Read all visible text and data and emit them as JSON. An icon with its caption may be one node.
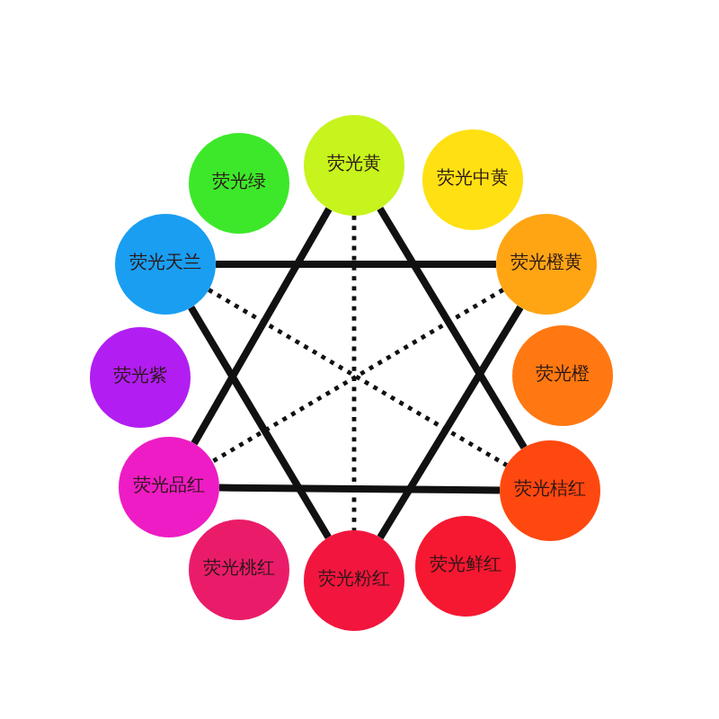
{
  "diagram": {
    "nodes": [
      {
        "text": [
          "荧光黄"
        ]
      },
      {
        "text": [
          "荧光中黄"
        ]
      },
      {
        "text": [
          "荧光橙黄"
        ]
      },
      {
        "text": [
          "荧光橙"
        ]
      },
      {
        "text": [
          "荧光桔红"
        ]
      },
      {
        "text": [
          "荧光鲜红"
        ]
      },
      {
        "text": [
          "荧光粉红"
        ]
      },
      {
        "text": [
          "荧光桃红"
        ]
      },
      {
        "text": [
          "荧光品红"
        ]
      },
      {
        "text": [
          "荧光紫"
        ]
      },
      {
        "text": [
          "荧光天兰"
        ]
      },
      {
        "text": [
          "荧光绿"
        ]
      }
    ],
    "edges": [
      {
        "from": 0,
        "to": 4,
        "arrow": "none"
      },
      {
        "from": 4,
        "to": 8,
        "arrow": "none"
      },
      {
        "from": 8,
        "to": 0,
        "arrow": "none"
      },
      {
        "from": 10,
        "to": 2,
        "arrow": "none"
      },
      {
        "from": 2,
        "to": 6,
        "arrow": "none"
      },
      {
        "from": 6,
        "to": 10,
        "arrow": "none"
      },
      {
        "from": 0,
        "to": 6,
        "arrow": "none",
        "style": "dashed"
      },
      {
        "from": 10,
        "to": 4,
        "arrow": "none",
        "style": "dashed"
      },
      {
        "from": 2,
        "to": 8,
        "arrow": "none",
        "style": "dashed"
      }
    ]
  }
}
